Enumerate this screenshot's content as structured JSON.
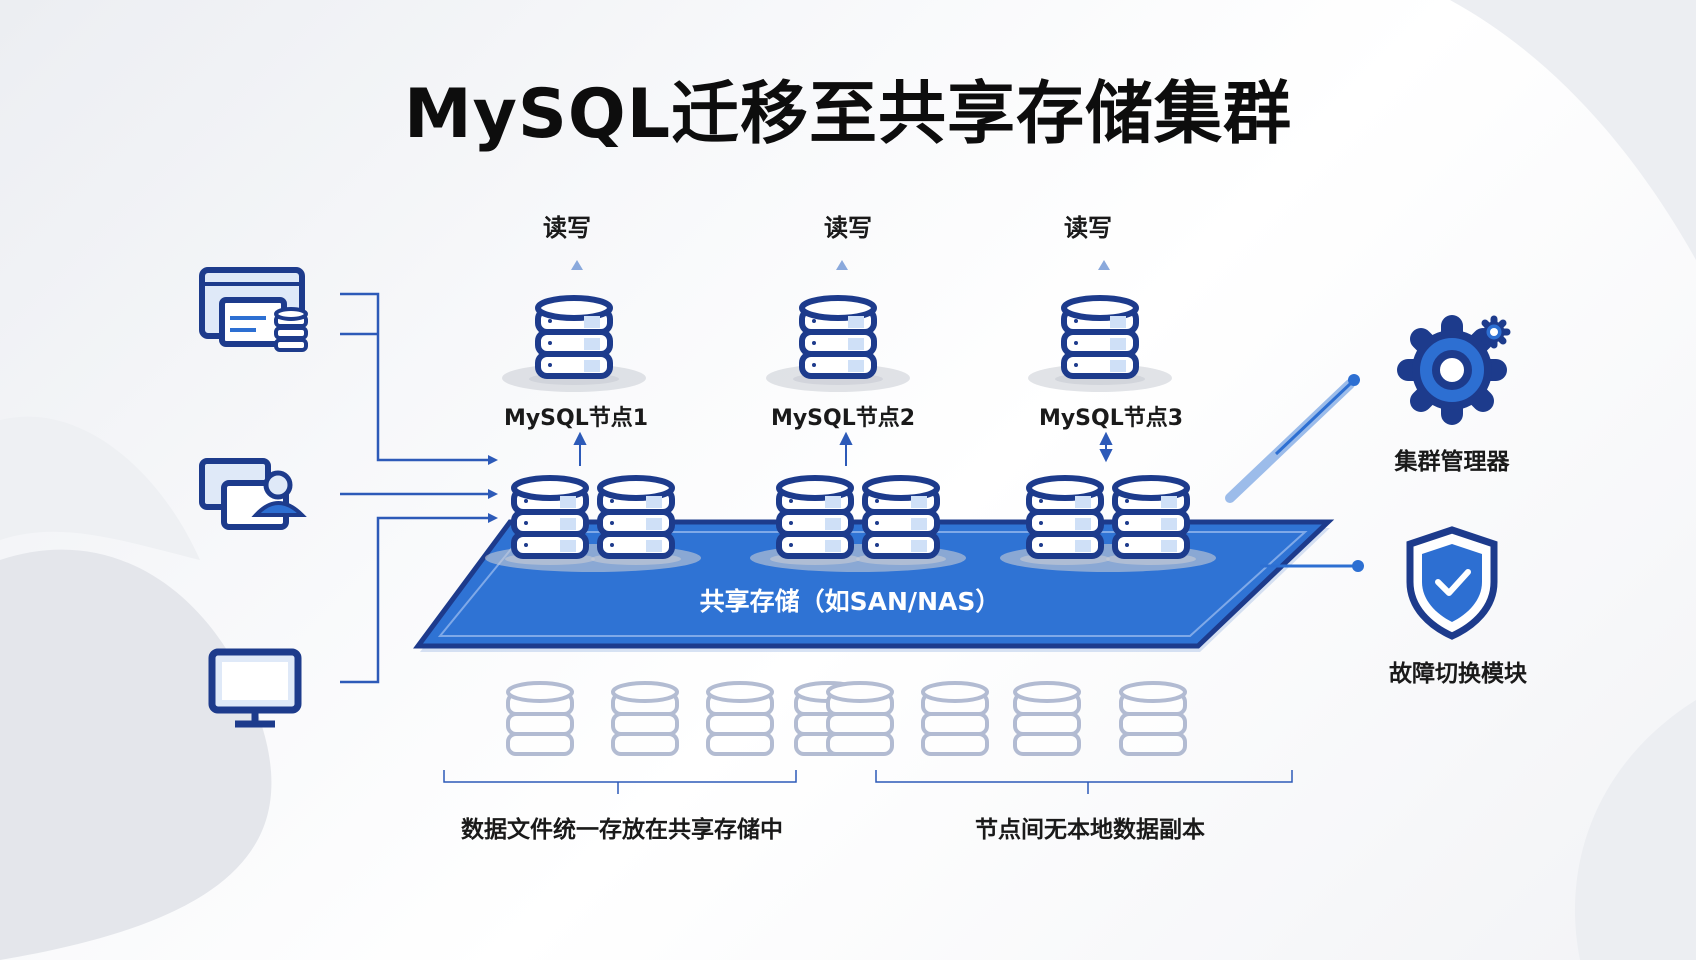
{
  "title": "MySQL迁移至共享存储集群",
  "read_write_labels": [
    "读写",
    "读写",
    "读写"
  ],
  "nodes": [
    "MySQL节点1",
    "MySQL节点2",
    "MySQL节点3"
  ],
  "shared_storage": "共享存储（如SAN/NAS）",
  "cluster_manager": "集群管理器",
  "failover_module": "故障切换模块",
  "captions": [
    "数据文件统一存放在共享存储中",
    "节点间无本地数据副本"
  ],
  "colors": {
    "accent": "#2d6fd2",
    "dark": "#1d3b8c",
    "light": "#dfe9f8"
  }
}
